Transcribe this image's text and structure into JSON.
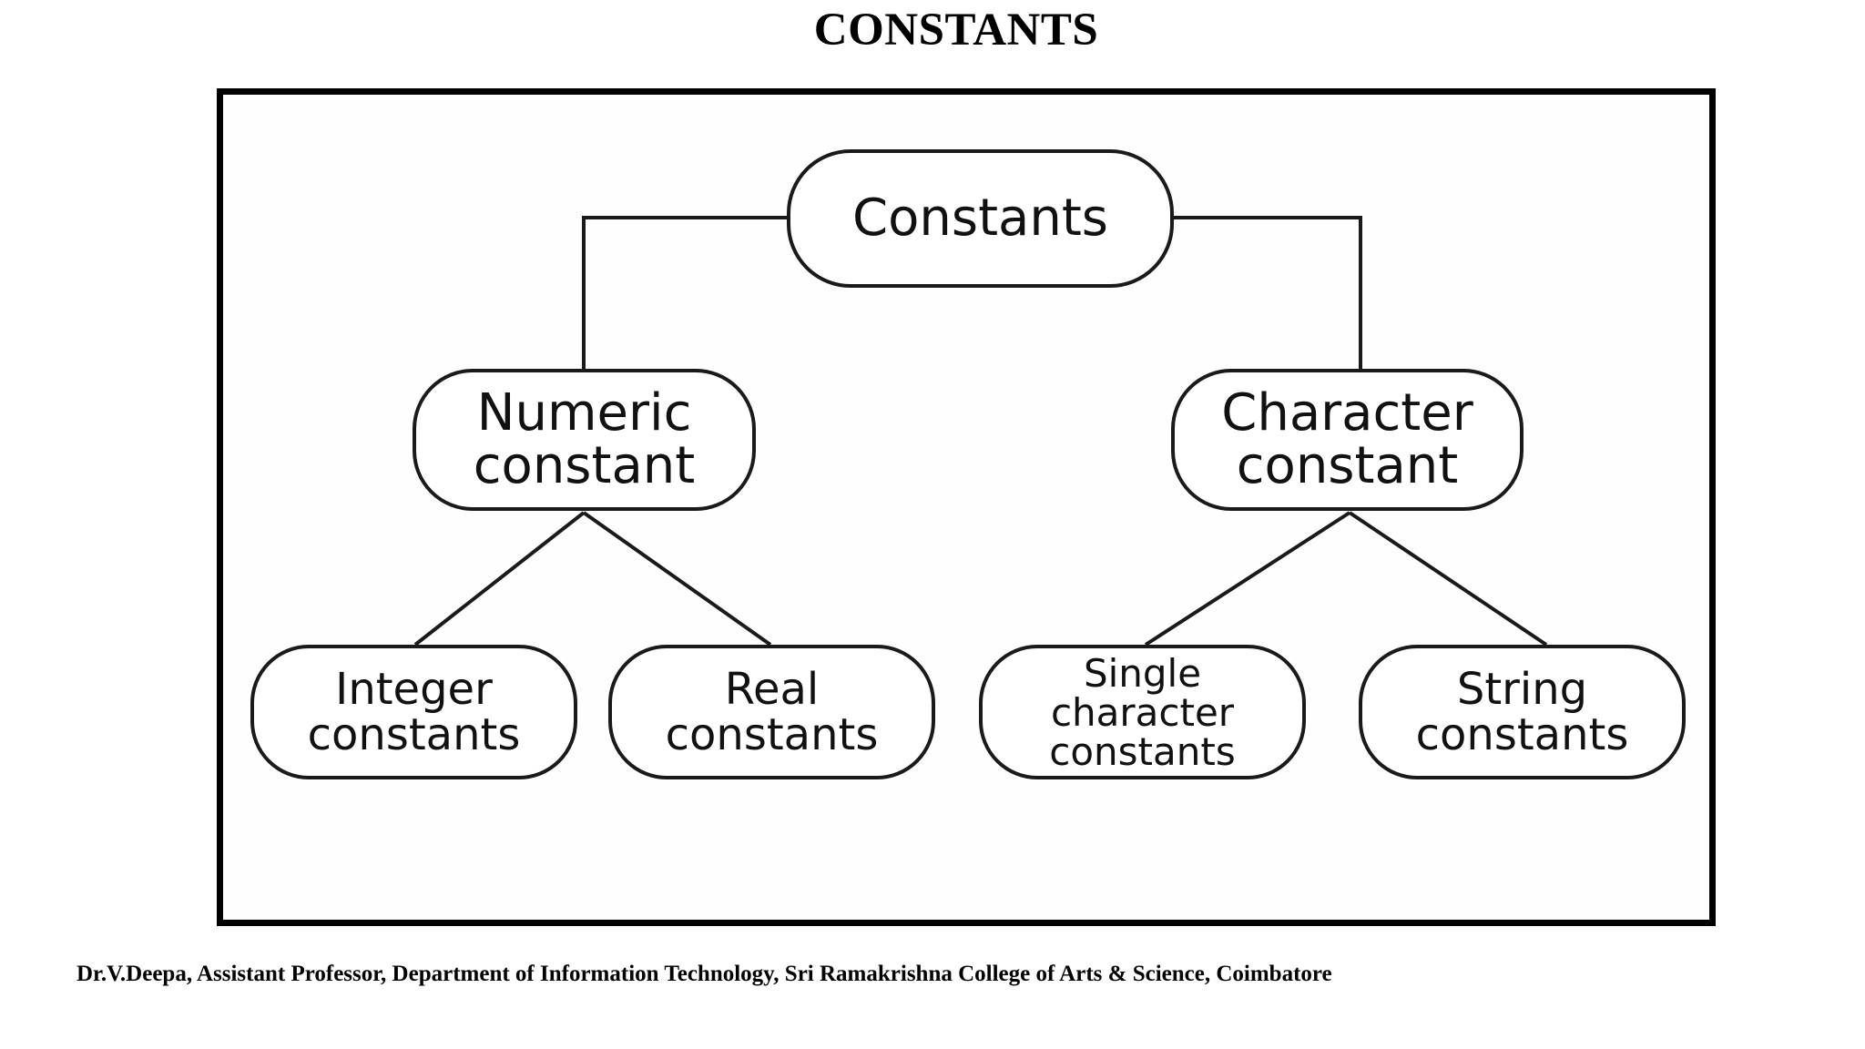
{
  "slide": {
    "title": "CONSTANTS",
    "footer": "Dr.V.Deepa, Assistant Professor, Department of Information Technology, Sri Ramakrishna College of Arts & Science, Coimbatore"
  },
  "diagram": {
    "root": {
      "lines": [
        "Constants"
      ]
    },
    "numeric": {
      "lines": [
        "Numeric",
        "constant"
      ]
    },
    "character": {
      "lines": [
        "Character",
        "constant"
      ]
    },
    "integer": {
      "lines": [
        "Integer",
        "constants"
      ]
    },
    "real": {
      "lines": [
        "Real",
        "constants"
      ]
    },
    "single_char": {
      "lines": [
        "Single",
        "character",
        "constants"
      ]
    },
    "string": {
      "lines": [
        "String",
        "constants"
      ]
    }
  },
  "colors": {
    "stroke": "#1a1a1a",
    "text": "#111111",
    "background": "#ffffff"
  }
}
